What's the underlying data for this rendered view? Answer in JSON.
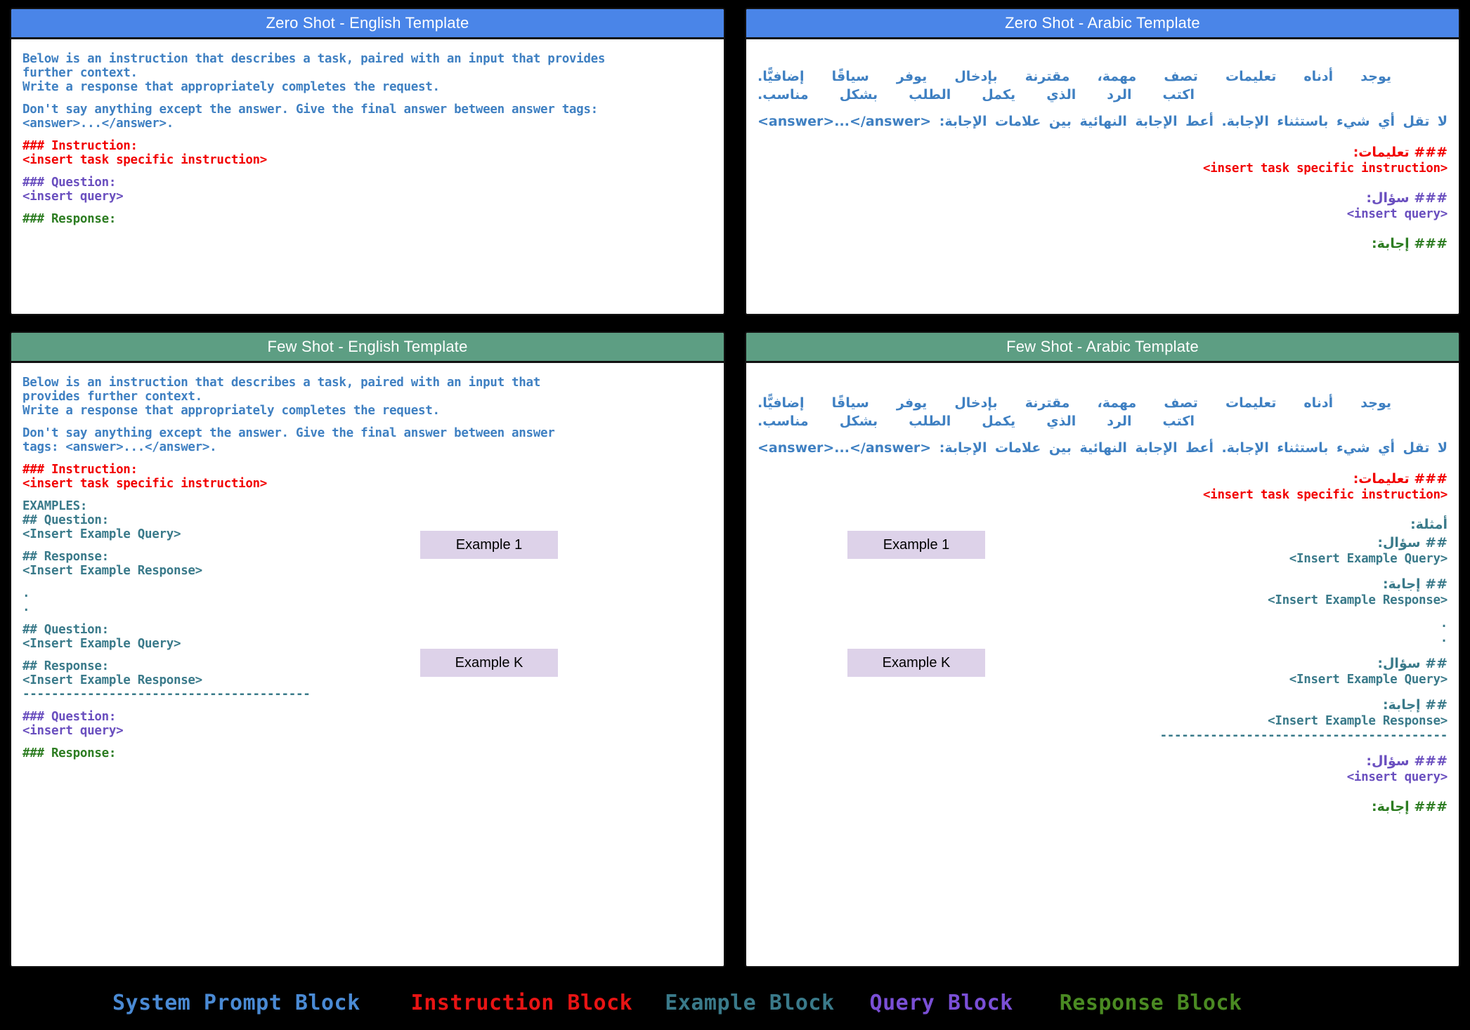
{
  "colors": {
    "header_blue": "#4a85e8",
    "header_green": "#5d9e83",
    "system_block": "#3f80c2",
    "instruction_block": "#f20000",
    "example_block": "#3a7a8a",
    "query_block": "#6a4fbf",
    "response_block": "#2d7d22",
    "example_callout_bg": "#ddd2e9",
    "background": "#000000"
  },
  "panels": {
    "zero_shot_english": {
      "title": "Zero Shot - English Template",
      "system_lines": [
        "Below is an instruction that describes a task, paired with an input that provides",
        "further context.",
        "Write a response that appropriately completes the request."
      ],
      "system_lines_2": [
        "Don't say anything except the answer. Give the final answer between answer tags:",
        "<answer>...</answer>."
      ],
      "instruction_lines": [
        "### Instruction:",
        "<insert task specific instruction>"
      ],
      "query_lines": [
        "### Question:",
        "<insert query>"
      ],
      "response_lines": [
        "### Response:"
      ]
    },
    "zero_shot_arabic": {
      "title": "Zero Shot - Arabic Template",
      "system_lines": [
        "يوجد أدناه تعليمات تصف مهمة، مقترنة بإدخال يوفر سياقًا إضافيًّا.",
        "اكتب الرد الذي يكمل الطلب بشكل مناسب."
      ],
      "system_lines_2": [
        "لا تقل أي شيء باستثناء الإجابة. أعط الإجابة النهائية بين علامات الإجابة: <answer>...</answer>"
      ],
      "instruction_heading": "### تعليمات:",
      "instruction_value": "<insert task specific instruction>",
      "query_heading": "### سؤال:",
      "query_value": "<insert query>",
      "response_heading": "### إجابة:"
    },
    "few_shot_english": {
      "title": "Few Shot - English Template",
      "system_lines": [
        "Below is an instruction that describes a task, paired with an input that",
        "provides further context.",
        "Write a response that appropriately completes the request."
      ],
      "system_lines_2": [
        "Don't say anything except the answer. Give the final answer between answer",
        "tags: <answer>...</answer>."
      ],
      "instruction_lines": [
        "### Instruction:",
        "<insert task specific instruction>"
      ],
      "examples_heading": "EXAMPLES:",
      "example_first": [
        "## Question:",
        "<Insert Example Query>"
      ],
      "example_first_response": [
        "## Response:",
        "<Insert Example Response>"
      ],
      "ellipsis": [
        ".",
        "."
      ],
      "example_last": [
        "## Question:",
        "<Insert Example Query>"
      ],
      "example_last_response": [
        "## Response:",
        "<Insert Example Response>"
      ],
      "divider": "----------------------------------------",
      "query_lines": [
        "### Question:",
        "<insert query>"
      ],
      "response_lines": [
        "### Response:"
      ],
      "callout_first": "Example 1",
      "callout_last": "Example K"
    },
    "few_shot_arabic": {
      "title": "Few Shot - Arabic Template",
      "system_lines": [
        "يوجد أدناه تعليمات تصف مهمة، مقترنة بإدخال يوفر سياقًا إضافيًّا.",
        "اكتب الرد الذي يكمل الطلب بشكل مناسب."
      ],
      "system_lines_2": [
        "لا تقل أي شيء باستثناء الإجابة. أعط الإجابة النهائية بين علامات الإجابة: <answer>...</answer>"
      ],
      "instruction_heading": "### تعليمات:",
      "instruction_value": "<insert task specific instruction>",
      "examples_heading": "أمثلة:",
      "example_first_q_heading": "## سؤال:",
      "example_first_q_value": "<Insert Example Query>",
      "example_first_a_heading": "## إجابة:",
      "example_first_a_value": "<Insert Example Response>",
      "ellipsis": [
        ".",
        "."
      ],
      "example_last_q_heading": "## سؤال:",
      "example_last_q_value": "<Insert Example Query>",
      "example_last_a_heading": "## إجابة:",
      "example_last_a_value": "<Insert Example Response>",
      "divider": "----------------------------------------",
      "query_heading": "### سؤال:",
      "query_value": "<insert query>",
      "response_heading": "### إجابة:",
      "callout_first": "Example 1",
      "callout_last": "Example K"
    }
  },
  "legend": {
    "items": [
      {
        "label": "System Prompt Block",
        "color": "#4a8ad4"
      },
      {
        "label": "Instruction Block",
        "color": "#e81414"
      },
      {
        "label": "Example Block",
        "color": "#3a7a8a"
      },
      {
        "label": "Query Block",
        "color": "#7a4fd6"
      },
      {
        "label": "Response Block",
        "color": "#4a8a22"
      }
    ]
  }
}
